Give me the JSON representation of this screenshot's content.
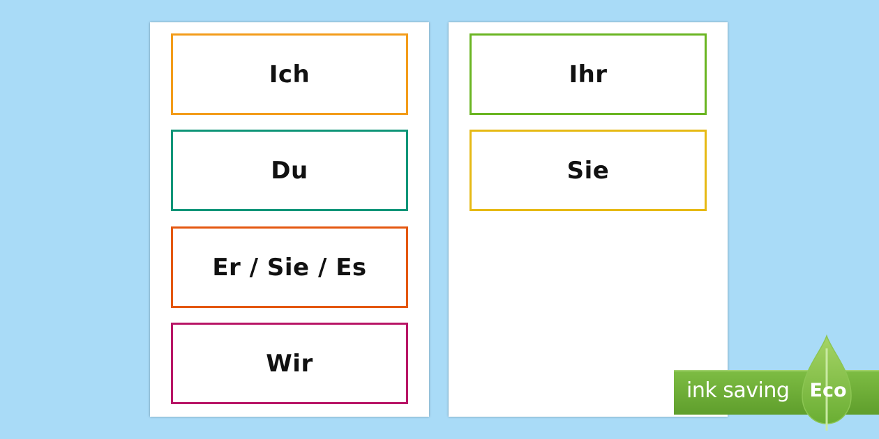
{
  "background_color": "#a9dbf7",
  "pages": [
    {
      "cards": [
        {
          "label": "Ich",
          "border_color": "#f39c1a"
        },
        {
          "label": "Du",
          "border_color": "#0e9578"
        },
        {
          "label": "Er / Sie / Es",
          "border_color": "#e4570f"
        },
        {
          "label": "Wir",
          "border_color": "#b81566"
        }
      ]
    },
    {
      "cards": [
        {
          "label": "Ihr",
          "border_color": "#6ab522"
        },
        {
          "label": "Sie",
          "border_color": "#e6b914"
        }
      ]
    }
  ],
  "badge": {
    "text": "ink saving",
    "eco_label": "Eco",
    "color": "#6fae38",
    "icon": "leaf-drop-icon"
  }
}
